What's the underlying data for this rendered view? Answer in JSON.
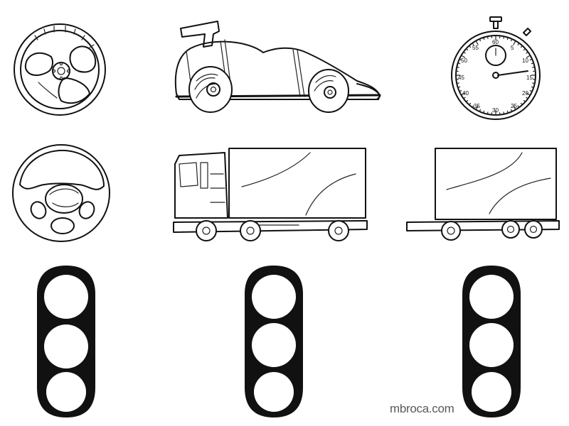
{
  "watermark": "mbroca.com",
  "stopwatch": {
    "dial_numbers": [
      "60",
      "5",
      "10",
      "15",
      "20",
      "25",
      "30",
      "35",
      "40",
      "45",
      "50",
      "55"
    ]
  },
  "colors": {
    "ink": "#111111",
    "background": "#ffffff",
    "watermark": "#5a5a5a"
  },
  "icons": [
    "steering-wheel-sport-icon",
    "race-car-icon",
    "stopwatch-icon",
    "steering-wheel-round-icon",
    "box-truck-icon",
    "trailer-icon",
    "traffic-light-icon",
    "traffic-light-icon",
    "traffic-light-icon"
  ]
}
